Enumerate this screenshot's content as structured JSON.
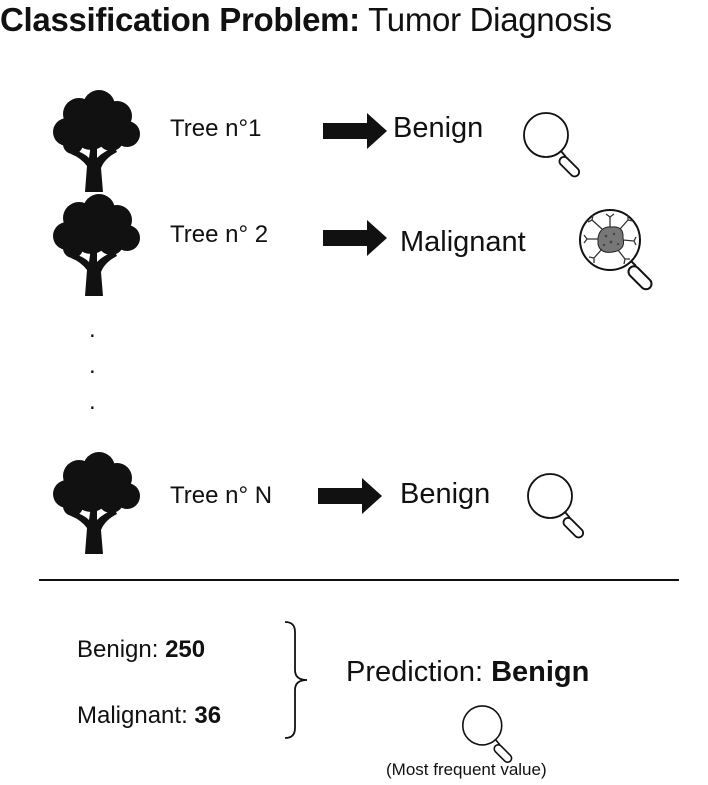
{
  "title": {
    "bold": "Classification Problem:",
    "normal": "Tumor Diagnosis"
  },
  "trees": [
    {
      "label": "Tree n°1",
      "result": "Benign",
      "icon": "magnifier-empty-icon"
    },
    {
      "label": "Tree n° 2",
      "result": "Malignant",
      "icon": "magnifier-tumor-icon"
    },
    {
      "label": "Tree n° N",
      "result": "Benign",
      "icon": "magnifier-empty-icon"
    }
  ],
  "ellipsis": [
    ".",
    ".",
    "."
  ],
  "counts": [
    {
      "label": "Benign: ",
      "value": "250"
    },
    {
      "label": "Malignant: ",
      "value": "36"
    }
  ],
  "prediction": {
    "label": "Prediction: ",
    "value": "Benign"
  },
  "note": "(Most frequent value)",
  "colors": {
    "ink": "#111111",
    "tumor": "#666666"
  }
}
